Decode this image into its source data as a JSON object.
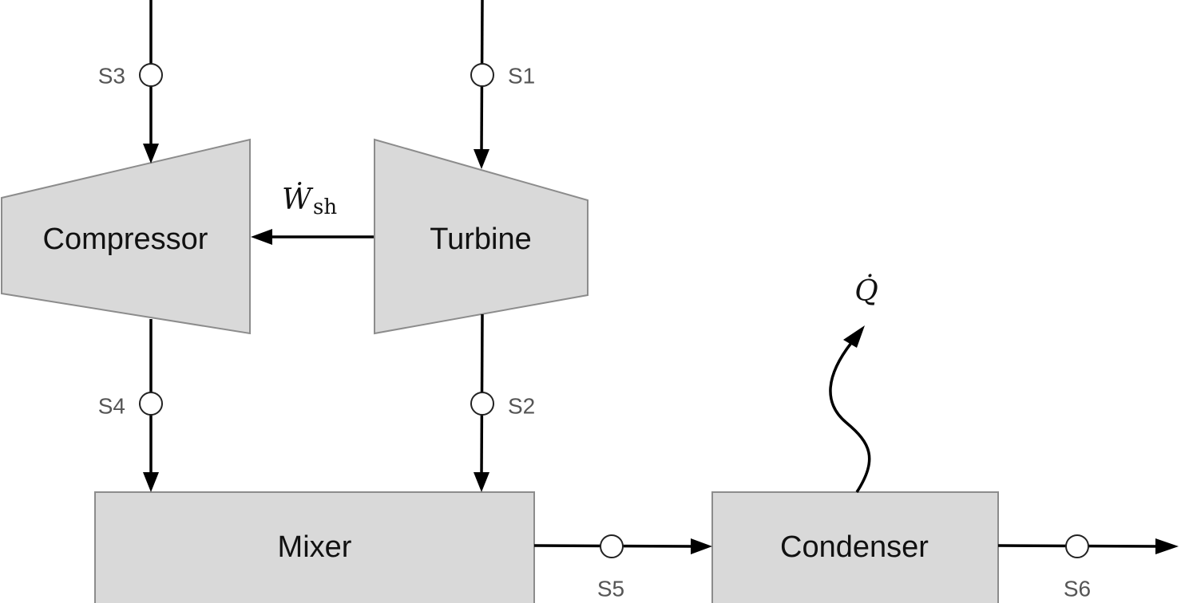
{
  "units": {
    "compressor": "Compressor",
    "turbine": "Turbine",
    "mixer": "Mixer",
    "condenser": "Condenser"
  },
  "streams": {
    "s1": "S1",
    "s2": "S2",
    "s3": "S3",
    "s4": "S4",
    "s5": "S5",
    "s6": "S6"
  },
  "energy": {
    "shaft_work_symbol": "Ẇ",
    "shaft_work_subscript": "sh",
    "heat_symbol": "Q̇"
  },
  "colors": {
    "unit_fill": "#d9d9d9",
    "unit_stroke": "#8c8c8c",
    "line": "#000000",
    "stream_label": "#555555"
  }
}
